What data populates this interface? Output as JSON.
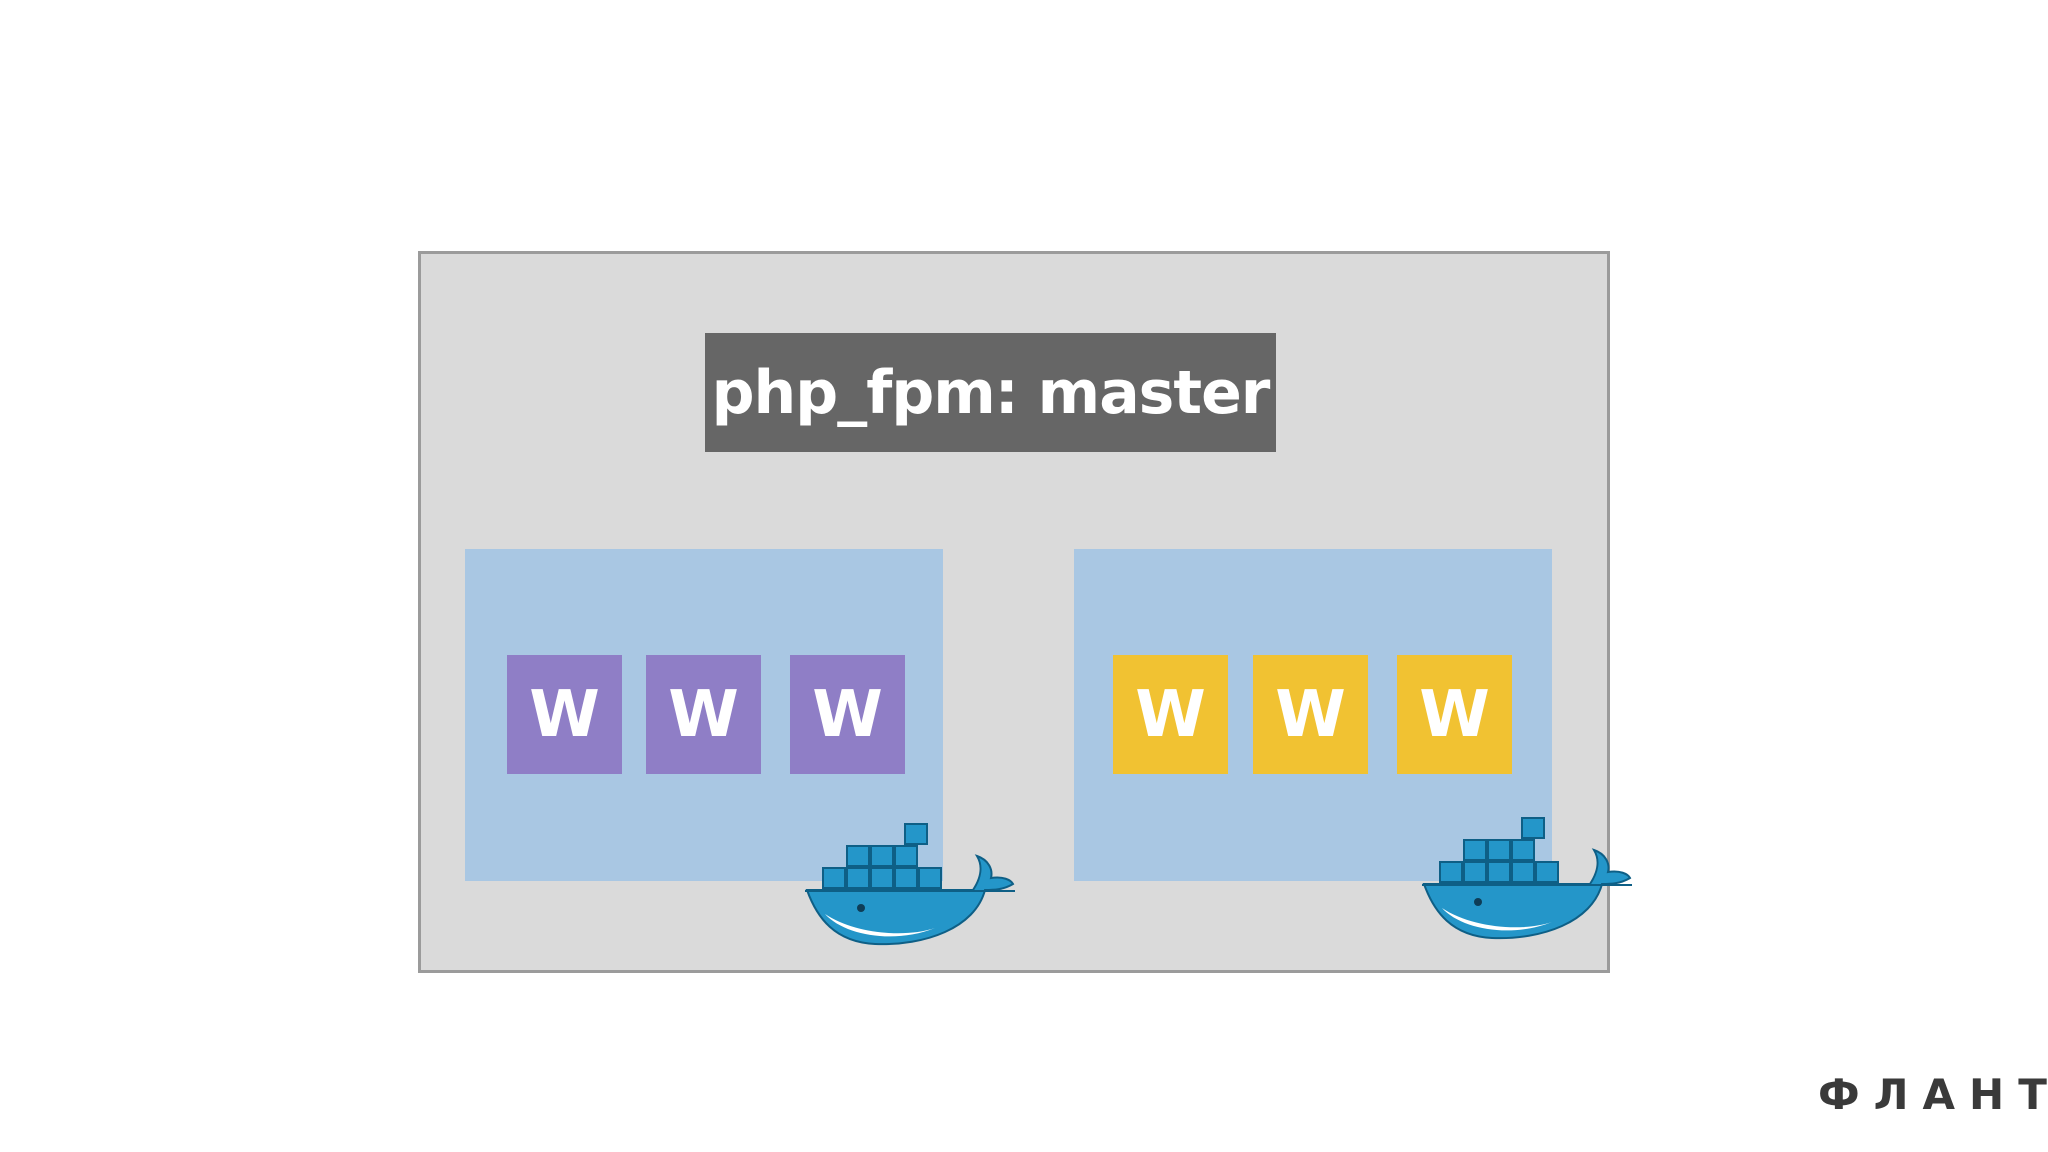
{
  "master": {
    "label": "php_fpm: master"
  },
  "workers": {
    "left": [
      "W",
      "W",
      "W"
    ],
    "right": [
      "W",
      "W",
      "W"
    ]
  },
  "logo": {
    "text": "ФЛАНТ"
  },
  "icons": {
    "container_icon": "docker-whale-icon"
  },
  "colors": {
    "host_background": "#dadada",
    "host_border": "#9b9b9b",
    "master_background": "#666666",
    "container_background": "#a9c7e3",
    "worker_left": "#8f7ec6",
    "worker_right": "#f1c232",
    "docker_blue": "#2496c9"
  }
}
